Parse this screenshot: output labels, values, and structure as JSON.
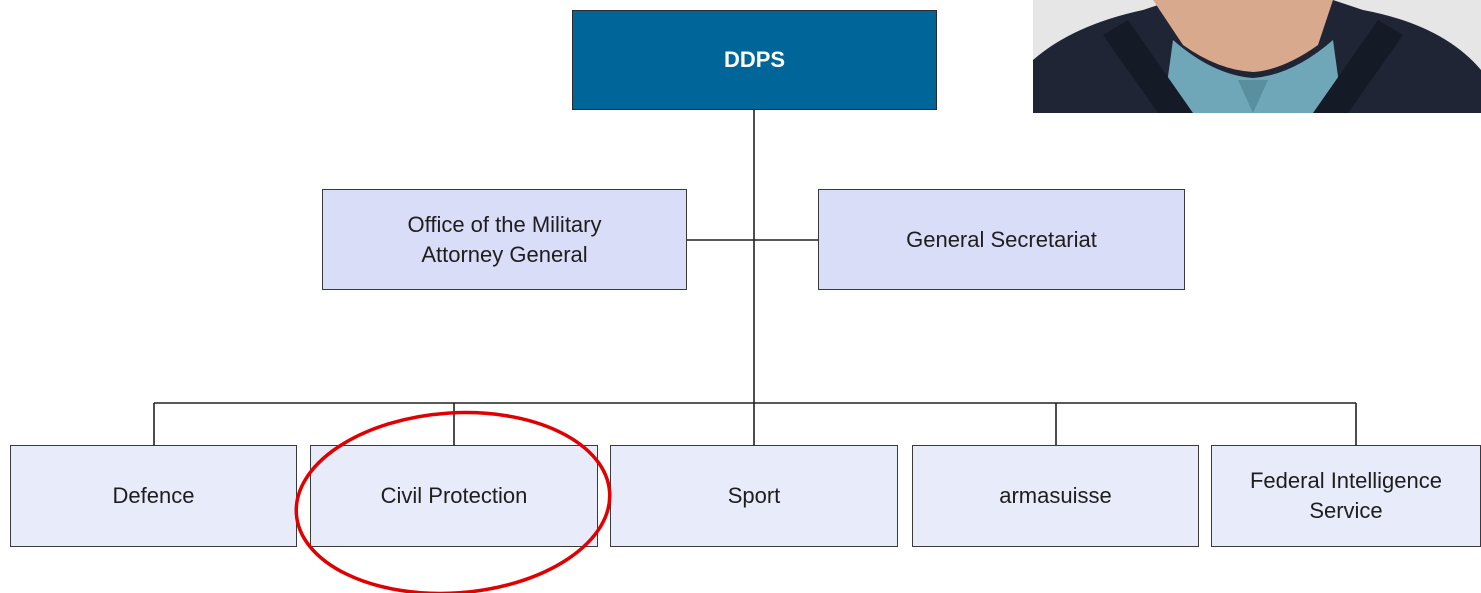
{
  "top": {
    "label": "DDPS"
  },
  "staff_units": [
    {
      "label": "Office of the Military\nAttorney General"
    },
    {
      "label": "General Secretariat"
    }
  ],
  "departments": [
    {
      "label": "Defence"
    },
    {
      "label": "Civil Protection"
    },
    {
      "label": "Sport"
    },
    {
      "label": "armasuisse"
    },
    {
      "label": "Federal Intelligence\nService"
    }
  ],
  "colors": {
    "top_box": "#006699",
    "staff_box": "#d9ddf7",
    "department_box": "#e8ebfa",
    "highlight_circle": "#e00000"
  },
  "highlighted_department": "Civil Protection"
}
